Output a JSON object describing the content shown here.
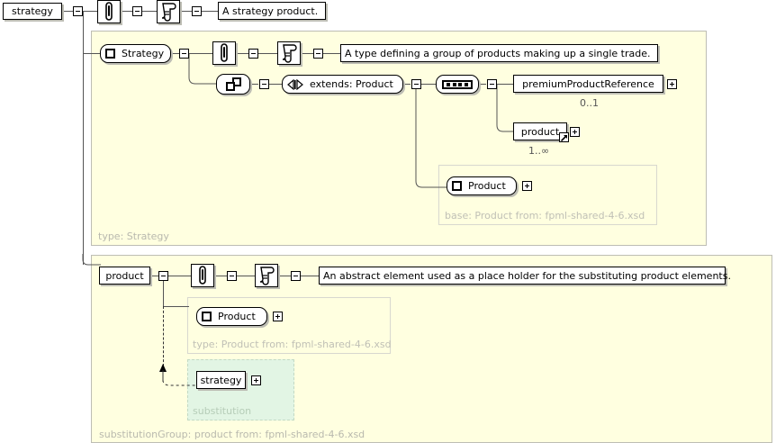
{
  "diagram": {
    "type": "xsd-element-diagram",
    "root_element": {
      "label": "strategy",
      "toggle": "collapse-toggle"
    },
    "root_annotation": {
      "text": "A strategy product."
    },
    "icons": {
      "attributes": "paperclip-icon",
      "annotation": "scroll-icon",
      "sequence": "sequence-compositor-icon",
      "extension": "extension-group-icon",
      "extends": "extends-icon",
      "type_box": "type-square-icon",
      "substitution": "substitution-arrow-icon"
    },
    "strategy_panel": {
      "type_node": {
        "label": "Strategy"
      },
      "annotation": {
        "text": "A type defining a group of products making up a single trade."
      },
      "extends_node": {
        "label": "extends: Product"
      },
      "sequence": {
        "label": "sequence"
      },
      "children": [
        {
          "label": "premiumProductReference",
          "occurrence": "0..1",
          "expandable": true,
          "substitution": false
        },
        {
          "label": "product",
          "occurrence": "1..∞",
          "expandable": true,
          "substitution": true
        }
      ],
      "base_group": {
        "node_label": "Product",
        "caption": "base: Product from: fpml-shared-4-6.xsd"
      },
      "panel_label": "type: Strategy"
    },
    "product_panel": {
      "element": {
        "label": "product"
      },
      "annotation": {
        "text": "An abstract element used as a place holder for the substituting product elements."
      },
      "type_group": {
        "node_label": "Product",
        "caption": "type: Product from: fpml-shared-4-6.xsd"
      },
      "substitution_group": {
        "node_label": "strategy",
        "caption": "substitution"
      },
      "panel_label": "substitutionGroup: product from: fpml-shared-4-6.xsd"
    },
    "colors": {
      "panel_bg": "#ffffe0",
      "panel_border": "#bdbdb4",
      "substitution_bg": "#e2f5e4",
      "line": "#555555",
      "muted_text": "#b9b9ae"
    }
  }
}
